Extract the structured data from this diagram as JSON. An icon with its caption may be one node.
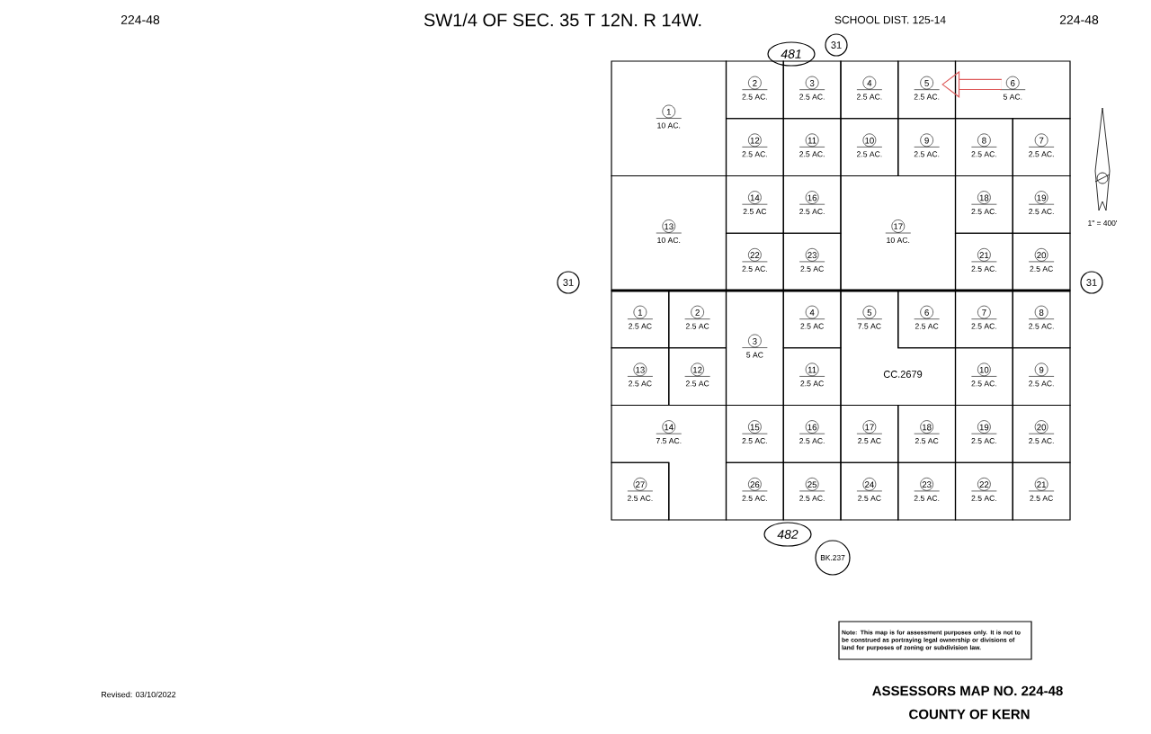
{
  "diagram": {
    "nodes": [
      {
        "text": [
          "481"
        ]
      },
      {
        "text": [
          "31"
        ]
      },
      {
        "text": [
          "1",
          "10 AC."
        ]
      },
      {
        "text": [
          "2",
          "2.5 AC."
        ]
      },
      {
        "text": [
          "3",
          "2.5 AC."
        ]
      },
      {
        "text": [
          "4",
          "2.5 AC."
        ]
      },
      {
        "text": [
          "5",
          "2.5 AC."
        ]
      },
      {
        "text": [
          "6",
          "5 AC."
        ]
      },
      {
        "text": [
          "12",
          "2.5 AC."
        ]
      },
      {
        "text": [
          "11",
          "2.5 AC."
        ]
      },
      {
        "text": [
          "10",
          "2.5 AC."
        ]
      },
      {
        "text": [
          "9",
          "2.5 AC."
        ]
      },
      {
        "text": [
          "8",
          "2.5 AC."
        ]
      },
      {
        "text": [
          "7",
          "2.5 AC."
        ]
      },
      {
        "text": [
          "13",
          "10 AC."
        ]
      },
      {
        "text": [
          "14",
          "2.5 AC"
        ]
      },
      {
        "text": [
          "16",
          "2.5 AC."
        ]
      },
      {
        "text": [
          "17",
          "10 AC."
        ]
      },
      {
        "text": [
          "18",
          "2.5 AC."
        ]
      },
      {
        "text": [
          "19",
          "2.5 AC."
        ]
      },
      {
        "text": [
          "22",
          "2.5 AC."
        ]
      },
      {
        "text": [
          "23",
          "2.5 AC"
        ]
      },
      {
        "text": [
          "21",
          "2.5 AC."
        ]
      },
      {
        "text": [
          "20",
          "2.5 AC"
        ]
      },
      {
        "text": [
          "31"
        ]
      },
      {
        "text": [
          "31"
        ]
      },
      {
        "text": [
          "1",
          "2.5 AC"
        ]
      },
      {
        "text": [
          "2",
          "2.5 AC"
        ]
      },
      {
        "text": [
          "3",
          "5 AC"
        ]
      },
      {
        "text": [
          "4",
          "2.5 AC"
        ]
      },
      {
        "text": [
          "5",
          "7.5 AC"
        ]
      },
      {
        "text": [
          "6",
          "2.5 AC"
        ]
      },
      {
        "text": [
          "7",
          "2.5 AC."
        ]
      },
      {
        "text": [
          "8",
          "2.5 AC."
        ]
      },
      {
        "text": [
          "13",
          "2.5 AC"
        ]
      },
      {
        "text": [
          "12",
          "2.5 AC"
        ]
      },
      {
        "text": [
          "11",
          "2.5 AC"
        ]
      },
      {
        "text": [
          "10",
          "2.5 AC."
        ]
      },
      {
        "text": [
          "9",
          "2.5 AC."
        ]
      },
      {
        "text": [
          "14",
          "7.5 AC."
        ]
      },
      {
        "text": [
          "15",
          "2.5 AC."
        ]
      },
      {
        "text": [
          "16",
          "2.5 AC."
        ]
      },
      {
        "text": [
          "17",
          "2.5 AC"
        ]
      },
      {
        "text": [
          "18",
          "2.5 AC"
        ]
      },
      {
        "text": [
          "19",
          "2.5 AC."
        ]
      },
      {
        "text": [
          "20",
          "2.5 AC."
        ]
      },
      {
        "text": [
          "27",
          "2.5 AC."
        ]
      },
      {
        "text": [
          "26",
          "2.5 AC."
        ]
      },
      {
        "text": [
          "25",
          "2.5 AC."
        ]
      },
      {
        "text": [
          "24",
          "2.5 AC"
        ]
      },
      {
        "text": [
          "23",
          "2.5 AC."
        ]
      },
      {
        "text": [
          "22",
          "2.5 AC."
        ]
      },
      {
        "text": [
          "21",
          "2.5 AC"
        ]
      },
      {
        "text": [
          "482"
        ]
      },
      {
        "text": [
          "BK.237"
        ]
      },
      {
        "text": [
          "Note: This map is for assessment purposes only. It is not to be construed as portraying legal ownership or divisions of land for purposes of zoning or subdivision law."
        ]
      }
    ],
    "edges": [
      {
        "from": 7,
        "to": 6,
        "arrow": "to",
        "color": "#de5a5a"
      }
    ],
    "labels": [
      "224-48",
      "SW1/4 OF SEC. 35 T 12N. R 14W.",
      "SCHOOL DIST. 125-14",
      "224-48",
      "1\" = 400'",
      "CC.2679",
      "Revised: 03/10/2022",
      "ASSESSORS MAP NO. 224-48",
      "COUNTY OF KERN"
    ]
  }
}
